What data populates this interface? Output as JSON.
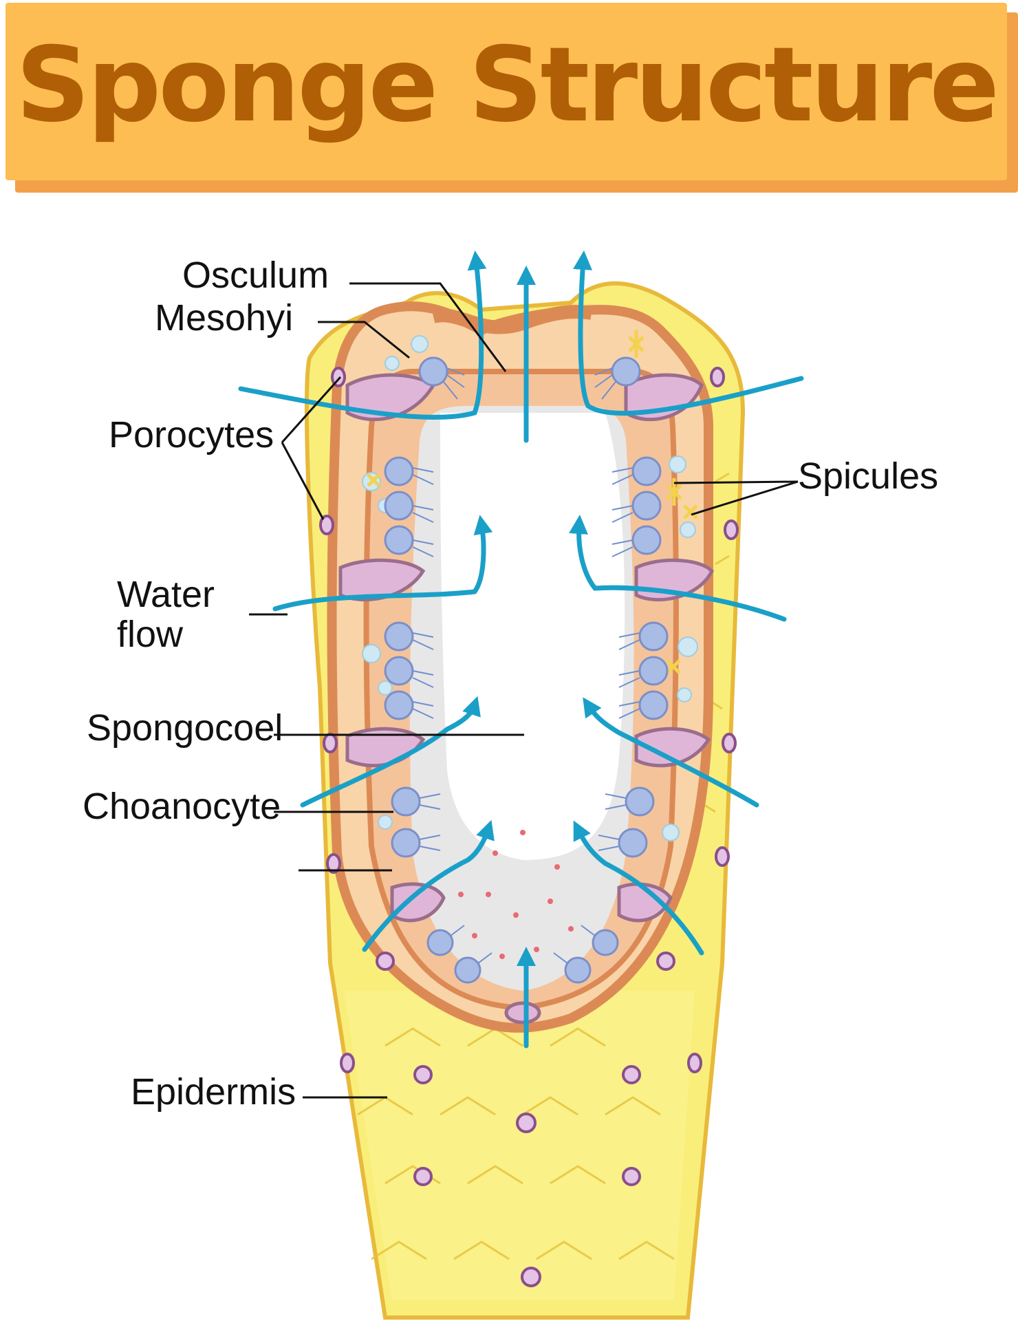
{
  "title": "Sponge Structure",
  "labels": {
    "osculum": "Osculum",
    "mesohyl": "Mesohyi",
    "porocytes": "Porocytes",
    "spicules": "Spicules",
    "water_flow_line1": "Water",
    "water_flow_line2": "flow",
    "spongocoel": "Spongocoel",
    "choanocyte": "Choanocyte",
    "epidermis": "Epidermis"
  },
  "colors": {
    "banner": "#fdbd52",
    "title": "#b15f06",
    "epidermis": "#f9ee7a",
    "mesohyl": "#f9d4a8",
    "membrane": "#e39a66",
    "water_arrow": "#1aa0c8",
    "choanocyte": "#a8bce6",
    "porocyte": "#e0b6d8"
  }
}
